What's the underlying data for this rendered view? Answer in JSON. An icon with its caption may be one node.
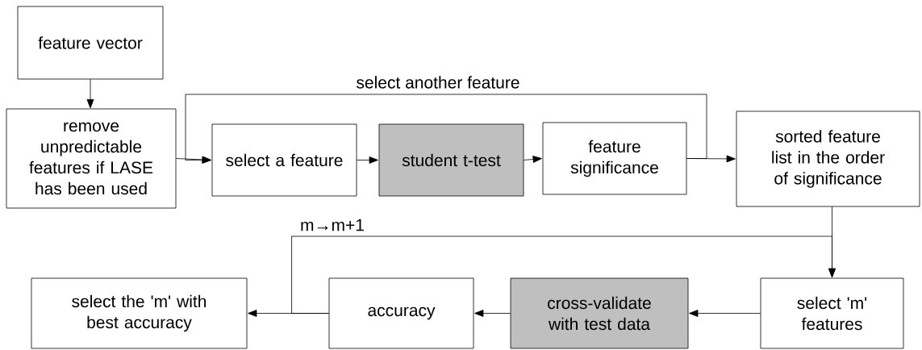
{
  "diagram": {
    "nodes": [
      {
        "text": [
          "feature vector"
        ]
      },
      {
        "text": [
          "remove unpredictable features if LASE has been used"
        ]
      },
      {
        "text": [
          "select a feature"
        ]
      },
      {
        "text": [
          "student t-test"
        ]
      },
      {
        "text": [
          "feature significance"
        ]
      },
      {
        "text": [
          "sorted feature list in the order of significance"
        ]
      },
      {
        "text": [
          "select 'm' features"
        ]
      },
      {
        "text": [
          "cross-validate with test data"
        ]
      },
      {
        "text": [
          "accuracy"
        ]
      },
      {
        "text": [
          "select the 'm' with best accuracy"
        ]
      }
    ],
    "edges": [
      {
        "from": 0,
        "to": 1,
        "arrow": "to"
      },
      {
        "from": 1,
        "to": 2,
        "arrow": "to"
      },
      {
        "from": 2,
        "to": 3,
        "arrow": "to"
      },
      {
        "from": 3,
        "to": 4,
        "arrow": "to"
      },
      {
        "from": 4,
        "to": 5,
        "arrow": "to"
      },
      {
        "from": 4,
        "to": 2,
        "arrow": "to",
        "label": "select another feature"
      },
      {
        "from": 5,
        "to": 6,
        "arrow": "to"
      },
      {
        "from": 6,
        "to": 7,
        "arrow": "to"
      },
      {
        "from": 7,
        "to": 8,
        "arrow": "to"
      },
      {
        "from": 8,
        "to": 9,
        "arrow": "to"
      },
      {
        "from": 8,
        "to": 6,
        "arrow": "to",
        "label": "m→m+1"
      }
    ]
  }
}
